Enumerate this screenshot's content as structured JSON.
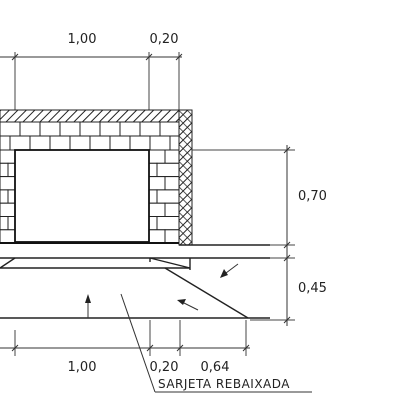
{
  "dimensions": {
    "top_width_left": "1,00",
    "top_width_right": "0,20",
    "bottom_width_left": "1,00",
    "bottom_width_mid": "0,20",
    "bottom_width_right": "0,64",
    "height_upper": "0,70",
    "height_lower": "0,45"
  },
  "annotation": {
    "sarjeta": "SARJETA REBAIXADA"
  },
  "colors": {
    "line": "#222222",
    "background": "#ffffff"
  }
}
